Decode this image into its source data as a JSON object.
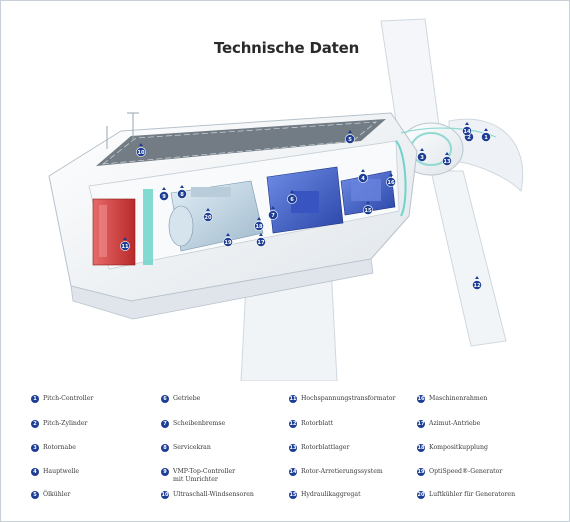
{
  "title": "Technische Daten",
  "colors": {
    "marker": "#1e3e93",
    "turbine": "#e9eef2",
    "gearbox": "#3b5cc4",
    "generator": "#c9dbe8",
    "cooler": "#d23b3b",
    "duct": "#6fd3c9"
  },
  "markers": [
    "1",
    "2",
    "3",
    "4",
    "5",
    "6",
    "7",
    "8",
    "9",
    "10",
    "11",
    "12",
    "13",
    "14",
    "15",
    "16",
    "17",
    "18",
    "19",
    "20"
  ],
  "legend": [
    {
      "num": "1",
      "label": "Pitch-Controller"
    },
    {
      "num": "2",
      "label": "Pitch-Zylinder"
    },
    {
      "num": "3",
      "label": "Rotornabe"
    },
    {
      "num": "4",
      "label": "Hauptwelle"
    },
    {
      "num": "5",
      "label": "Ölkühler"
    },
    {
      "num": "6",
      "label": "Getriebe"
    },
    {
      "num": "7",
      "label": "Scheibenbremse"
    },
    {
      "num": "8",
      "label": "Servicekran"
    },
    {
      "num": "9",
      "label": "VMP-Top-Controller\nmit Umrichter"
    },
    {
      "num": "10",
      "label": "Ultraschall-Windsensoren"
    },
    {
      "num": "11",
      "label": "Hochspannungstransformator"
    },
    {
      "num": "12",
      "label": "Rotorblatt"
    },
    {
      "num": "13",
      "label": "Rotorblattlager"
    },
    {
      "num": "14",
      "label": "Rotor-Arretierungssystem"
    },
    {
      "num": "15",
      "label": "Hydraulikaggregat"
    },
    {
      "num": "16",
      "label": "Maschinenrahmen"
    },
    {
      "num": "17",
      "label": "Azimut-Antriebe"
    },
    {
      "num": "18",
      "label": "Kompositkupplung"
    },
    {
      "num": "19",
      "label": "OptiSpeed®-Generator"
    },
    {
      "num": "20",
      "label": "Luftkühler für Generatoren"
    }
  ]
}
